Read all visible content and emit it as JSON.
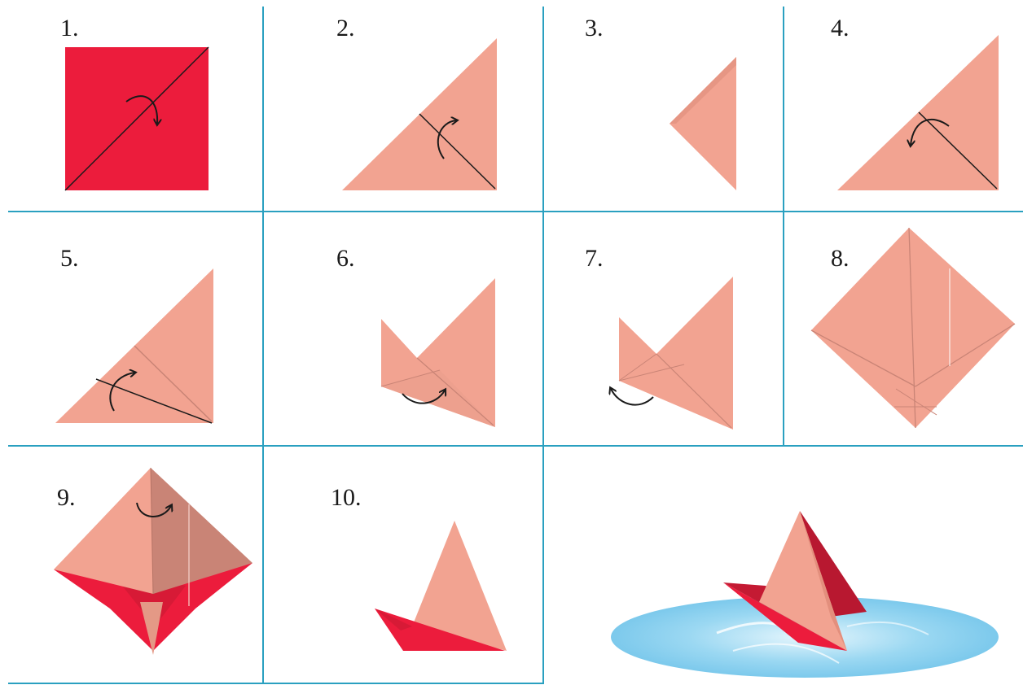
{
  "title": "",
  "colors": {
    "paper_back": "#f2a391",
    "paper_front": "#ec1c3c",
    "paper_shade": "#c98476",
    "paper_dark_red": "#b81830",
    "grid_line": "#2aa0c0",
    "fold_line": "#1a1a1a",
    "water": "#8fd3f0",
    "water_light": "#d8f1fb"
  },
  "steps": [
    {
      "label": "1."
    },
    {
      "label": "2."
    },
    {
      "label": "3."
    },
    {
      "label": "4."
    },
    {
      "label": "5."
    },
    {
      "label": "6."
    },
    {
      "label": "7."
    },
    {
      "label": "8."
    },
    {
      "label": "9."
    },
    {
      "label": "10."
    }
  ],
  "icons": [
    "fold-arrow-icon"
  ]
}
